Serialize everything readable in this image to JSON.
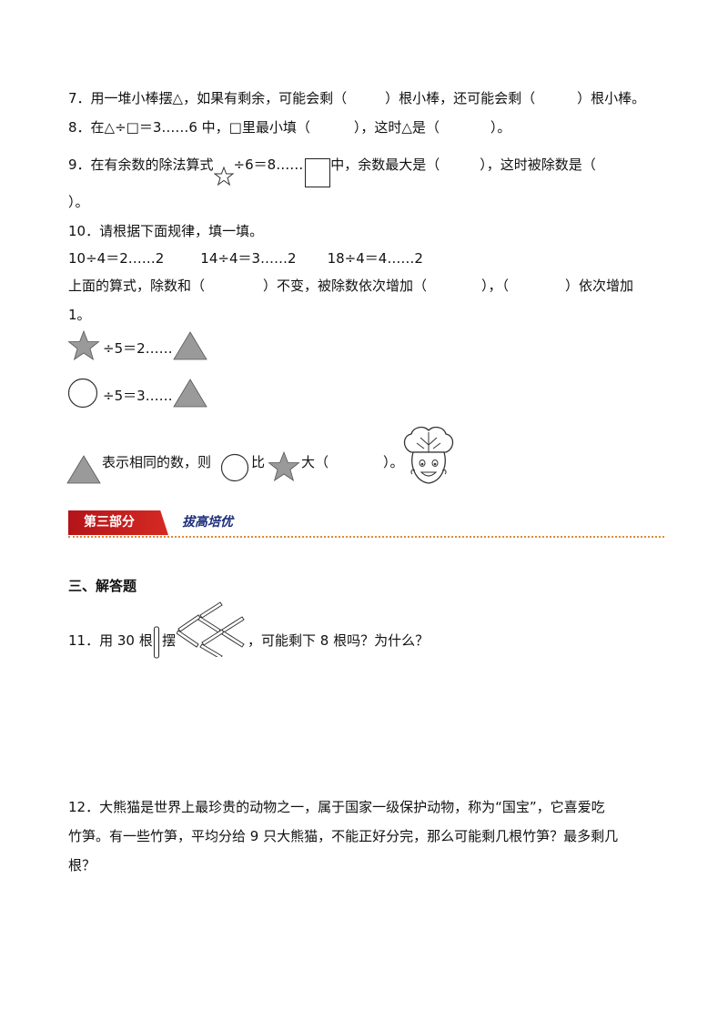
{
  "q7": {
    "part1": "7．用一堆小棒摆△，如果有剩余，可能会剩（",
    "part2": "）根小棒，还可能会剩（",
    "part3": "）根小棒。"
  },
  "q8": {
    "part1": "8．在△÷□＝3……6 中，□里最小填（",
    "part2": "），这时△是（",
    "part3": "）。"
  },
  "q9": {
    "part1": "9．在有余数的除法算式",
    "part2": "÷6＝8……",
    "part3": "中，余数最大是（",
    "part4": "），这时被除数是（",
    "part5": "）。"
  },
  "q10": {
    "title": "10．请根据下面规律，填一填。",
    "eq1": "10÷4＝2……2",
    "eq2": "14÷4＝3……2",
    "eq3": "18÷4＝4……2",
    "line_a1": "上面的算式，除数和（",
    "line_a2": "）不变，被除数依次增加（",
    "line_a3": "），（",
    "line_a4": "）依次增加",
    "line_b": "1。",
    "star_eq": "÷5＝2……",
    "circle_eq": "÷5＝3……",
    "final1": "表示相同的数，则",
    "final2": "比",
    "final3": "大（",
    "final4": "）。"
  },
  "section3": {
    "band_label": "第三部分",
    "sub_label": "拔高培优"
  },
  "part3_heading": "三、解答题",
  "q11": {
    "part1": "11．用 30 根",
    "part2": "摆",
    "part3": "，可能剩下 8 根吗？为什么？"
  },
  "q12": {
    "line1": "12．大熊猫是世界上最珍贵的动物之一，属于国家一级保护动物，称为“国宝”，它喜爱吃",
    "line2": "竹笋。有一些竹笋，平均分给 9 只大熊猫，不能正好分完，那么可能剩几根竹笋？最多剩几",
    "line3": "根？"
  },
  "colors": {
    "band_red": "#c41e1e",
    "sub_blue": "#1c2f7a",
    "dotted_orange": "#d98c3a",
    "shape_gray": "#9a9a9a"
  }
}
